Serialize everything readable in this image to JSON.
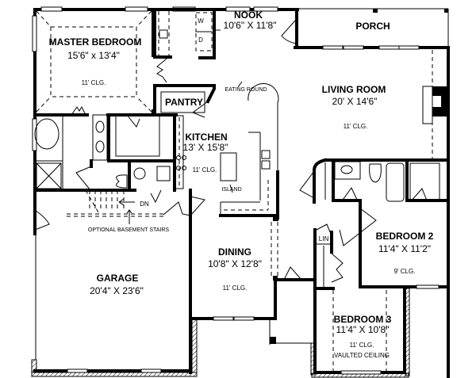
{
  "floor_plan": {
    "rooms": {
      "master_bedroom": {
        "name": "MASTER BEDROOM",
        "dimensions": "15'6\" x 13'4\"",
        "ceiling": "11' CLG."
      },
      "nook": {
        "name": "NOOK",
        "dimensions": "10'6\" X 11'8\""
      },
      "porch": {
        "name": "PORCH"
      },
      "pantry": {
        "name": "PANTRY"
      },
      "living_room": {
        "name": "LIVING ROOM",
        "dimensions": "20' X 14'6\"",
        "ceiling": "11' CLG."
      },
      "kitchen": {
        "name": "KITCHEN",
        "dimensions": "13' X 15'8\"",
        "ceiling": "11' CLG.",
        "island_label": "ISLAND",
        "eating_label": "EATING ROUND"
      },
      "garage": {
        "name": "GARAGE",
        "dimensions": "20'4\" X 23'6\""
      },
      "dining": {
        "name": "DINING",
        "dimensions": "10'8\" X 12'8\"",
        "ceiling": "11' CLG."
      },
      "bedroom_2": {
        "name": "BEDROOM 2",
        "dimensions": "11'4\" X 11'2\"",
        "ceiling": "9' CLG."
      },
      "bedroom_3": {
        "name": "BEDROOM 3",
        "dimensions": "11'4\" X 10'8\"",
        "ceiling": "11' CLG.",
        "note": "VAULTED CEILING"
      }
    },
    "labels": {
      "washer": "W",
      "dryer": "D",
      "linen": "LIN",
      "stairs_down": "DN",
      "basement_stairs": "OPTIONAL BASEMENT STAIRS"
    }
  }
}
